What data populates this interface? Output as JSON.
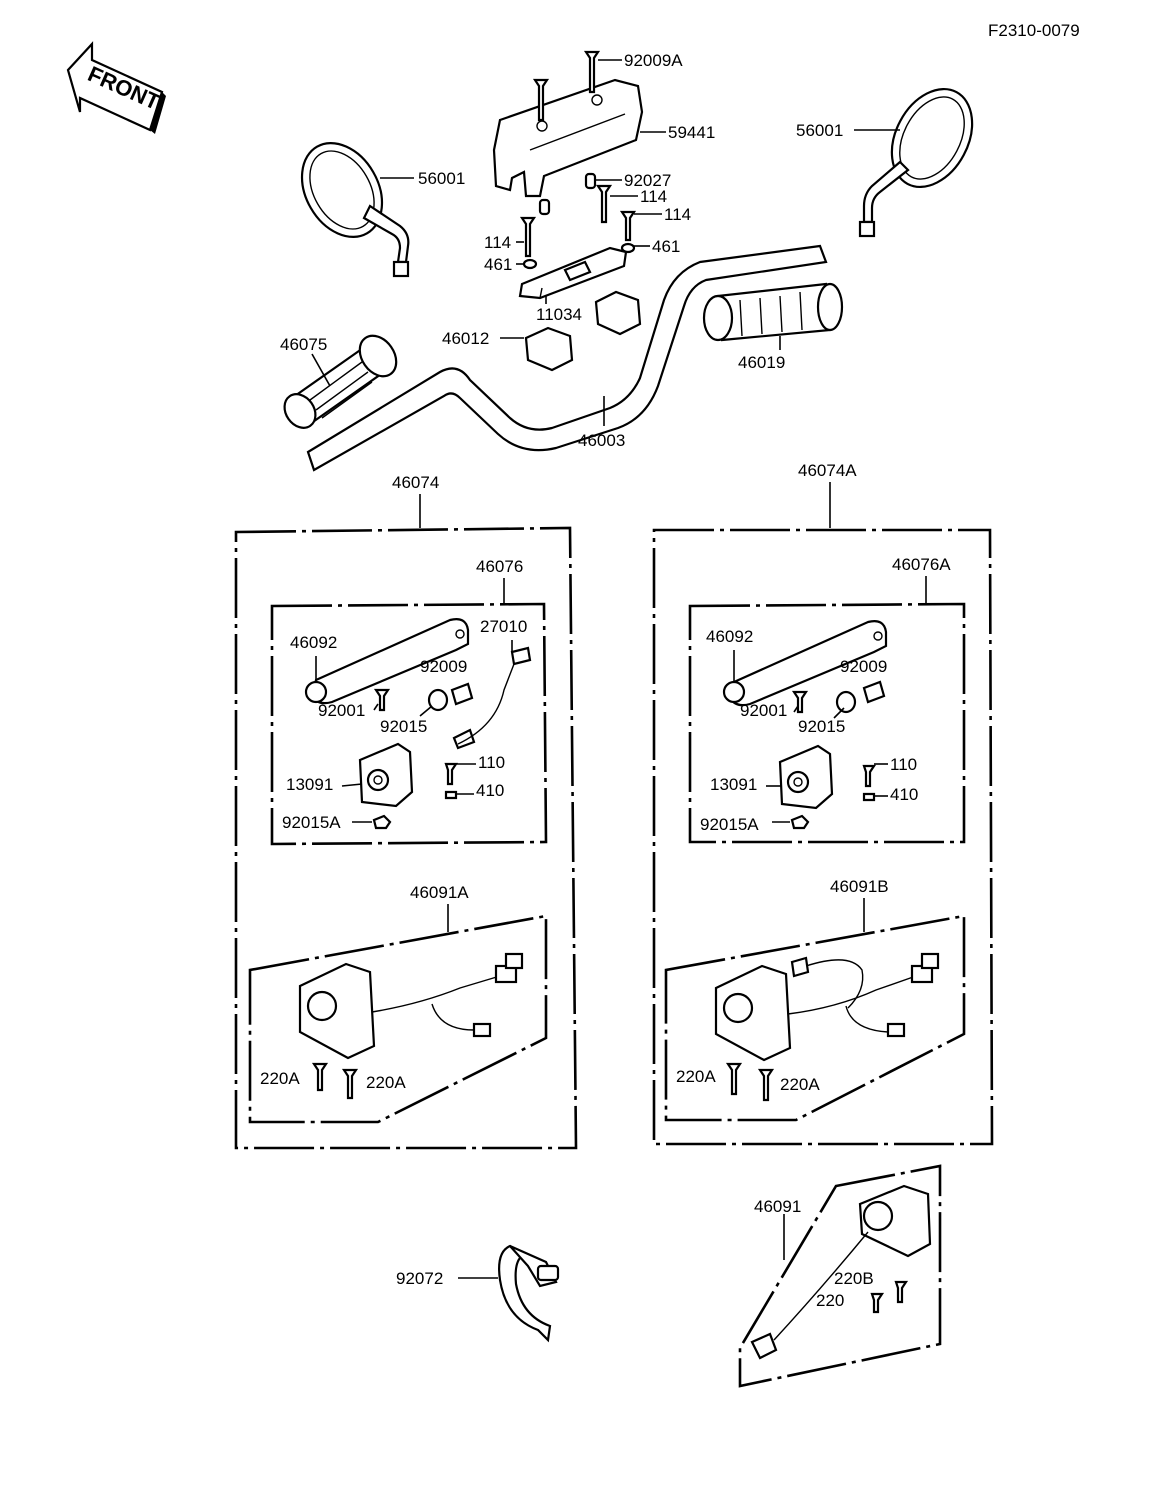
{
  "header": {
    "code": "F2310-0079"
  },
  "front_arrow": {
    "label": "FRONT"
  },
  "labels": {
    "p92009A": "92009A",
    "p59441": "59441",
    "p56001_left": "56001",
    "p56001_right": "56001",
    "p92027": "92027",
    "p114_a": "114",
    "p114_b": "114",
    "p114_c": "114",
    "p461_left": "461",
    "p461_right": "461",
    "p11034": "11034",
    "p46012": "46012",
    "p46075": "46075",
    "p46019": "46019",
    "p46003": "46003",
    "p46074": "46074",
    "p46074A": "46074A",
    "left_lever": {
      "p46076": "46076",
      "p46092": "46092",
      "p27010": "27010",
      "p92009": "92009",
      "p92001": "92001",
      "p92015": "92015",
      "p110": "110",
      "p13091": "13091",
      "p410": "410",
      "p92015A": "92015A"
    },
    "right_lever": {
      "p46076A": "46076A",
      "p46092": "46092",
      "p92009": "92009",
      "p92001": "92001",
      "p92015": "92015",
      "p110": "110",
      "p13091": "13091",
      "p410": "410",
      "p92015A": "92015A"
    },
    "left_switch": {
      "p46091A": "46091A",
      "p220A_a": "220A",
      "p220A_b": "220A"
    },
    "right_switch": {
      "p46091B": "46091B",
      "p220A_a": "220A",
      "p220A_b": "220A"
    },
    "p92072": "92072",
    "bottom_switch": {
      "p46091": "46091",
      "p220B": "220B",
      "p220": "220"
    }
  }
}
